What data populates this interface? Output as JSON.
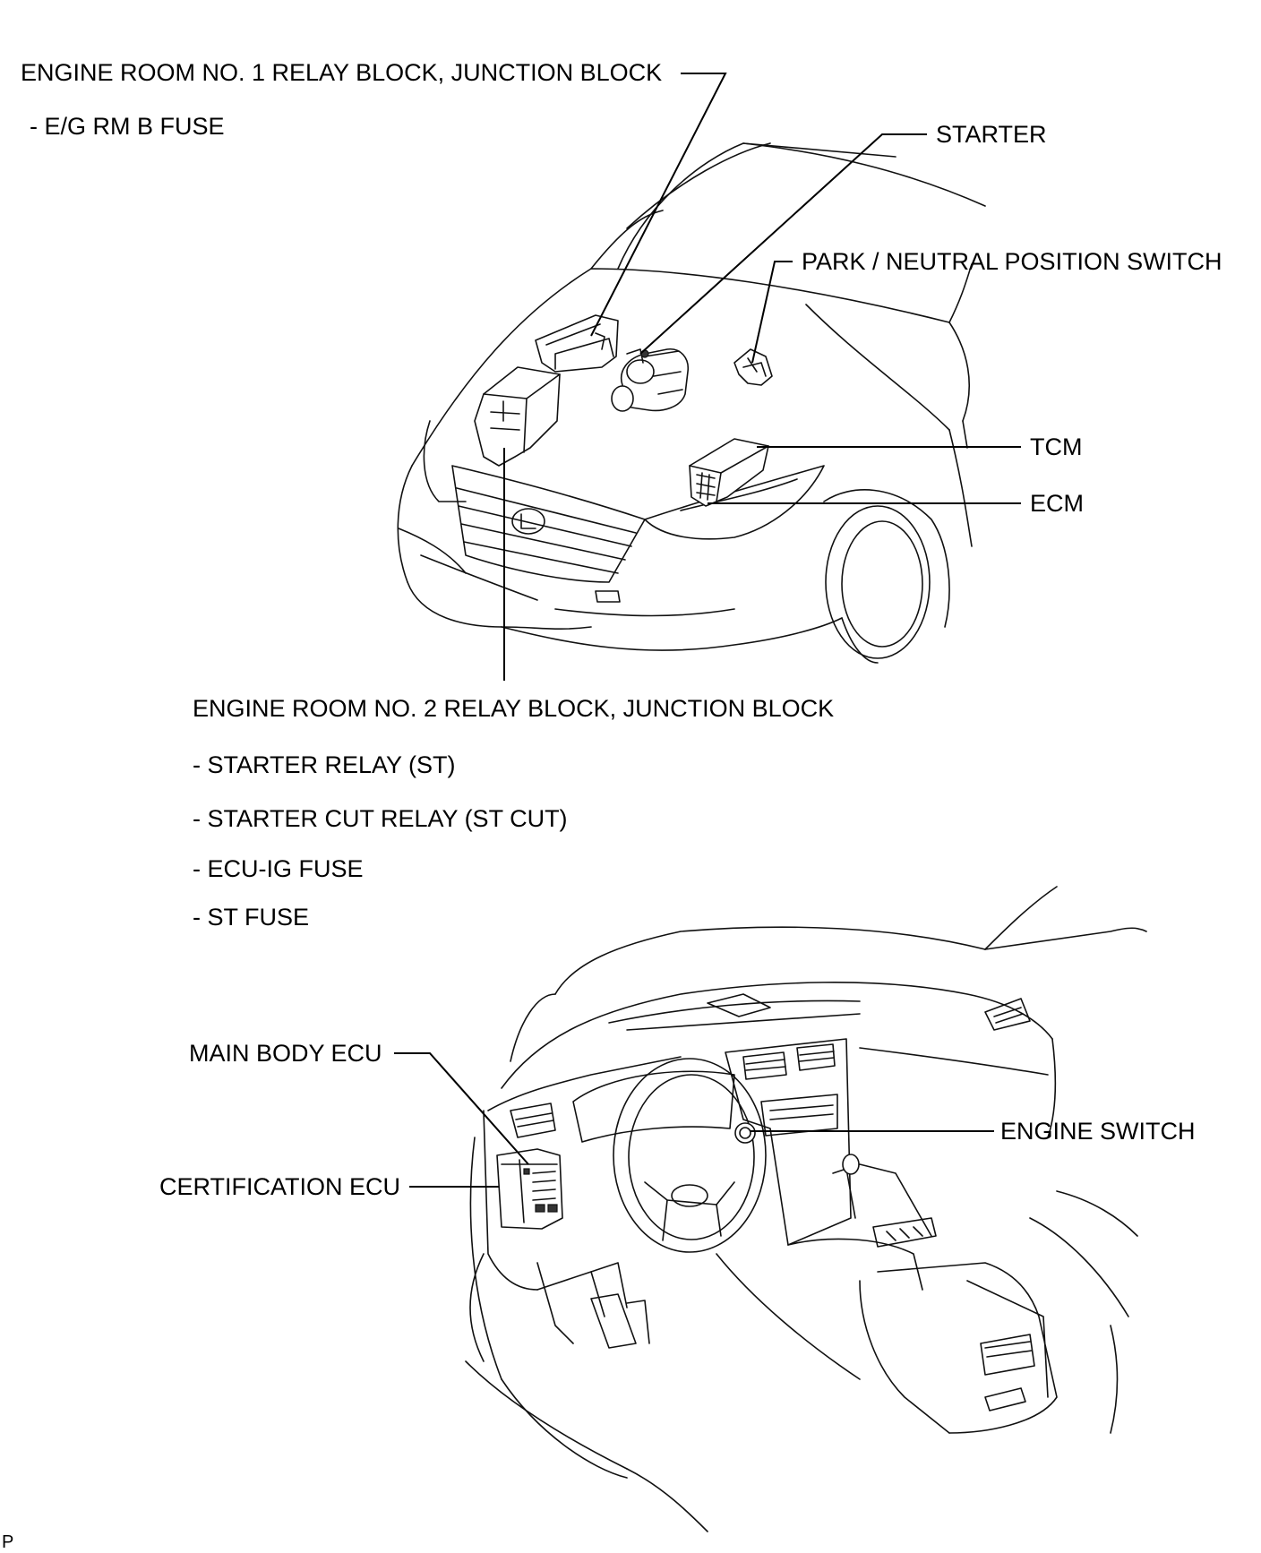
{
  "labels": {
    "er1_title": "ENGINE ROOM NO. 1 RELAY BLOCK, JUNCTION BLOCK",
    "er1_fuse": "- E/G RM B FUSE",
    "starter": "STARTER",
    "pnp_switch": "PARK / NEUTRAL POSITION SWITCH",
    "tcm": "TCM",
    "ecm": "ECM",
    "er2_title": "ENGINE ROOM NO. 2 RELAY BLOCK, JUNCTION BLOCK",
    "er2_items": [
      "- STARTER RELAY (ST)",
      "- STARTER CUT RELAY (ST CUT)",
      "- ECU-IG FUSE",
      "- ST FUSE"
    ],
    "main_body_ecu": "MAIN BODY ECU",
    "engine_switch": "ENGINE SWITCH",
    "certification_ecu": "CERTIFICATION ECU",
    "corner_mark": "P"
  }
}
